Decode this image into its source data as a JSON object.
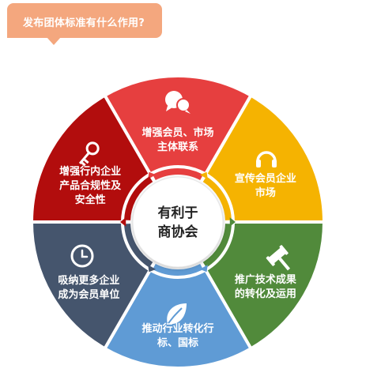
{
  "title": "发布团体标准有什么作用?",
  "center": [
    "有利于",
    "商协会"
  ],
  "segments": [
    {
      "lines": [
        "增强会员、市场",
        "主体联系"
      ],
      "color": "#e63f3f",
      "icon": "chat-bubbles-icon"
    },
    {
      "lines": [
        "宣传会员企业",
        "市场"
      ],
      "color": "#f5b301",
      "icon": "headphones-icon"
    },
    {
      "lines": [
        "推广技术成果",
        "的转化及运用"
      ],
      "color": "#518a3b",
      "icon": "gavel-icon"
    },
    {
      "lines": [
        "推动行业转化行",
        "标、国标"
      ],
      "color": "#5f9bd5",
      "icon": "leaf-icon"
    },
    {
      "lines": [
        "吸纳更多企业",
        "成为会员单位"
      ],
      "color": "#45556d",
      "icon": "clock-icon"
    },
    {
      "lines": [
        "增强行内企业",
        "产品合规性及",
        "安全性"
      ],
      "color": "#b20d0d",
      "icon": "key-icon"
    }
  ]
}
